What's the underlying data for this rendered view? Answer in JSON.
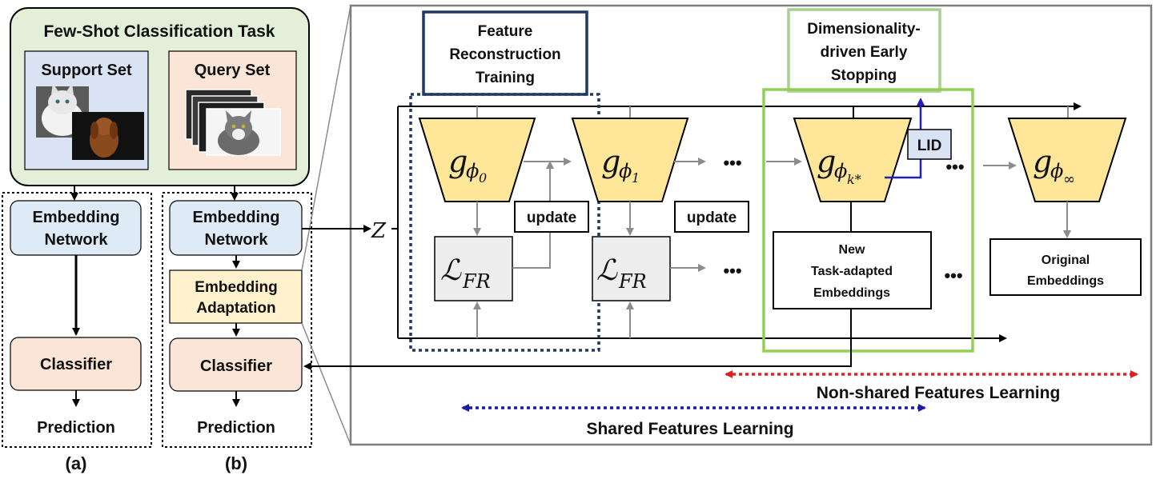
{
  "panel_a_label": "(a)",
  "panel_b_label": "(b)",
  "task": {
    "title": "Few-Shot Classification Task",
    "support_set": "Support Set",
    "query_set": "Query Set"
  },
  "pipeline_a": {
    "embedding_line1": "Embedding",
    "embedding_line2": "Network",
    "classifier": "Classifier",
    "prediction": "Prediction"
  },
  "pipeline_b": {
    "embedding_line1": "Embedding",
    "embedding_line2": "Network",
    "adaptation_line1": "Embedding",
    "adaptation_line2": "Adaptation",
    "classifier": "Classifier",
    "prediction": "Prediction"
  },
  "detail": {
    "z_symbol": "Z",
    "fr_training_line1": "Feature",
    "fr_training_line2": "Reconstruction",
    "fr_training_line3": "Training",
    "early_stop_line1": "Dimensionality-",
    "early_stop_line2": "driven Early",
    "early_stop_line3": "Stopping",
    "decoders": [
      {
        "g": "g",
        "sub": "ϕ",
        "index": "0"
      },
      {
        "g": "g",
        "sub": "ϕ",
        "index": "1"
      },
      {
        "g": "g",
        "sub": "ϕ",
        "index": "k*"
      },
      {
        "g": "g",
        "sub": "ϕ",
        "index": "∞"
      }
    ],
    "loss_symbol": "ℒ",
    "loss_sub": "FR",
    "update_label_1": "update",
    "update_label_2": "update",
    "ellipsis": "•••",
    "lid_label": "LID",
    "new_emb_line1": "New",
    "new_emb_line2": "Task-adapted",
    "new_emb_line3": "Embeddings",
    "orig_emb_line1": "Original",
    "orig_emb_line2": "Embeddings",
    "non_shared_label": "Non-shared Features Learning",
    "shared_label": "Shared Features Learning"
  },
  "colors": {
    "task_bg": "#e2efd9",
    "support_bg": "#dae3f3",
    "query_bg": "#fbe5d6",
    "embedding_bg": "#deebf7",
    "classifier_bg": "#fbe5d6",
    "adaptation_bg": "#fff2cc",
    "decoder_fill": "#ffe699",
    "loss_bg": "#ededed",
    "lid_bg": "#dae3f3",
    "fr_border": "#1f3864",
    "green": "#92d050",
    "green_light": "#a9d18e",
    "gray_arrow": "#8c8c8c",
    "blue_dotted": "#1a1aa6",
    "red_dotted": "#e02020",
    "lid_arrow": "#2020c0"
  }
}
